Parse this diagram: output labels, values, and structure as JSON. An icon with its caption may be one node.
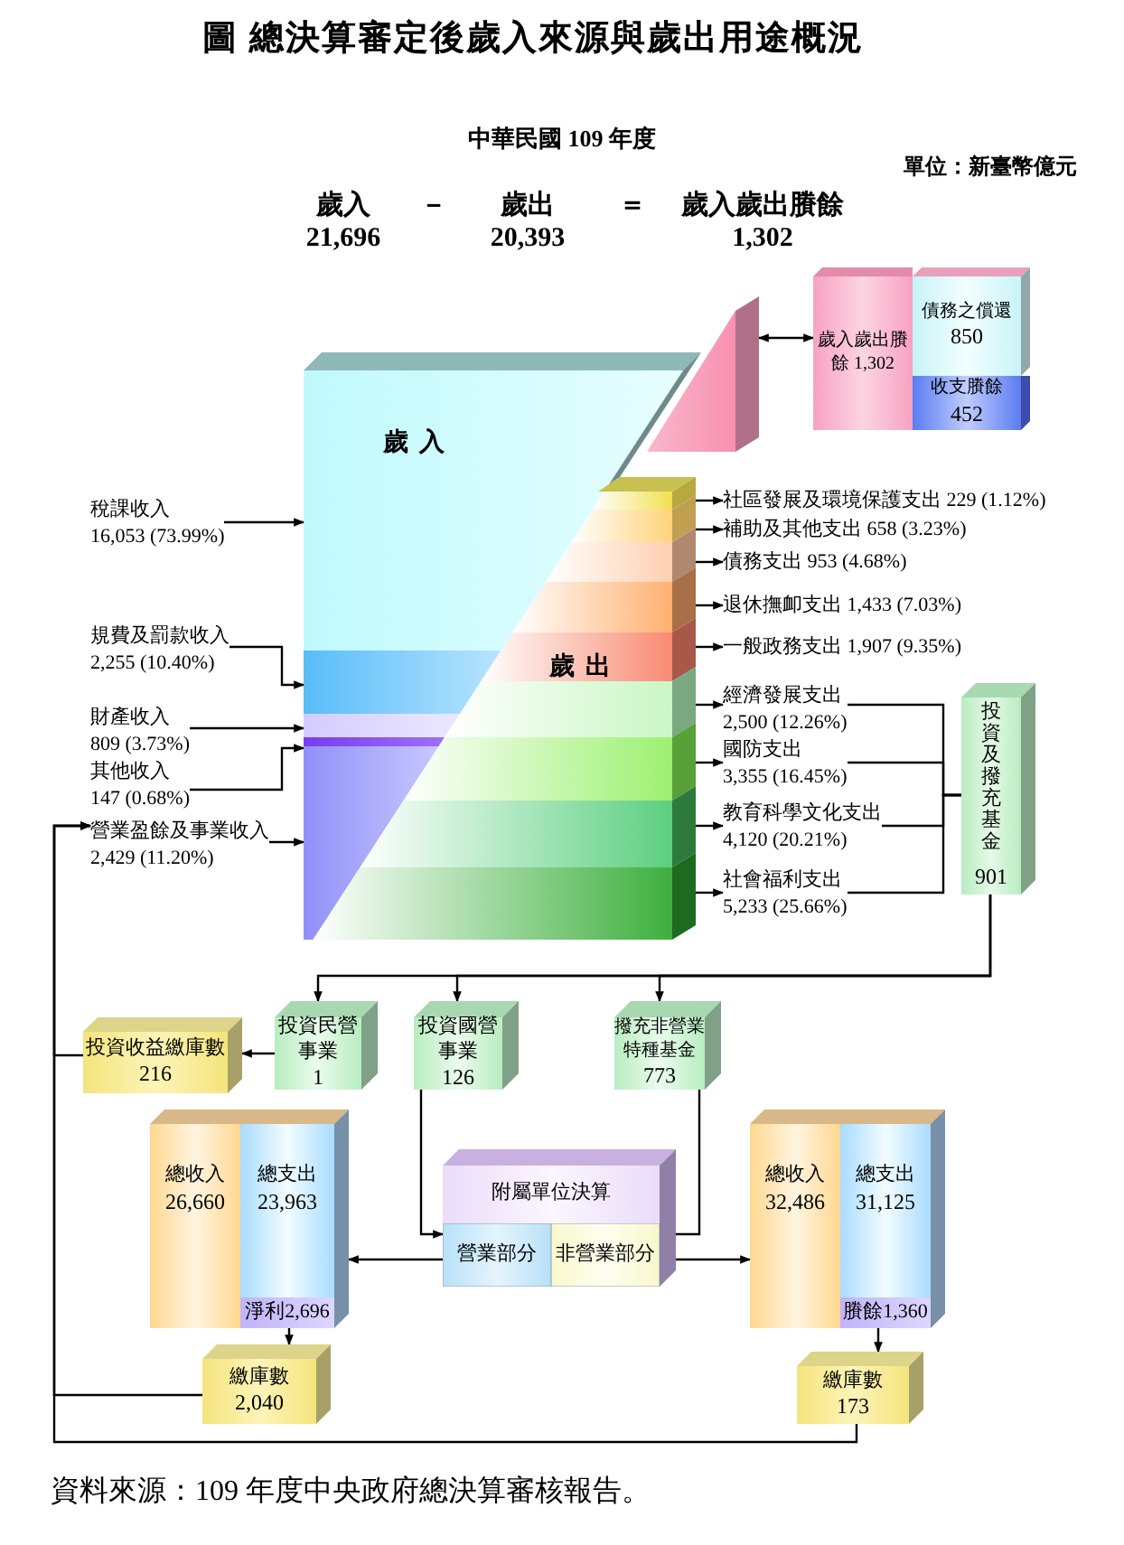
{
  "diagram": {
    "title": "圖 總決算審定後歲入來源與歲出用途概況",
    "caption": "資料來源：109 年度中央政府總決算審核報告。",
    "labels": [
      "中華民國 109 年度",
      "單位：新臺幣億元",
      "歲入",
      "－",
      "歲出",
      "＝",
      "歲入歲出賸餘",
      "21,696",
      "20,393",
      "1,302"
    ],
    "nodes": [
      {
        "text": [
          "歲入"
        ]
      },
      {
        "text": [
          "歲出"
        ],
        "in": 0
      },
      {
        "text": [],
        "shape": "triangle"
      },
      {
        "text": [
          "歲入歲出賸餘 1,302"
        ]
      },
      {
        "text": [
          "債務之償還",
          "850"
        ]
      },
      {
        "text": [
          "收支賸餘",
          "452"
        ]
      },
      {
        "text": [
          "稅課收入",
          "16,053 (73.99%)"
        ]
      },
      {
        "text": [
          "規費及罰款收入",
          "2,255 (10.40%)"
        ]
      },
      {
        "text": [
          "財產收入",
          "809 (3.73%)"
        ]
      },
      {
        "text": [
          "其他收入",
          "147 (0.68%)"
        ]
      },
      {
        "text": [
          "營業盈餘及事業收入",
          "2,429 (11.20%)"
        ]
      },
      {
        "text": [
          "社區發展及環境保護支出 229 (1.12%)"
        ]
      },
      {
        "text": [
          "補助及其他支出 658 (3.23%)"
        ]
      },
      {
        "text": [
          "債務支出 953 (4.68%)"
        ]
      },
      {
        "text": [
          "退休撫卹支出 1,433 (7.03%)"
        ]
      },
      {
        "text": [
          "一般政務支出 1,907 (9.35%)"
        ]
      },
      {
        "text": [
          "經濟發展支出",
          "2,500 (12.26%)"
        ]
      },
      {
        "text": [
          "國防支出",
          "3,355 (16.45%)"
        ]
      },
      {
        "text": [
          "教育科學文化支出",
          "4,120 (20.21%)"
        ]
      },
      {
        "text": [
          "社會福利支出",
          "5,233 (25.66%)"
        ]
      },
      {
        "text": [
          "投資及撥充基金",
          "901"
        ]
      },
      {
        "text": [
          "投資收益繳庫數",
          "216"
        ]
      },
      {
        "text": [
          "投資民營事業",
          "1"
        ]
      },
      {
        "text": [
          "投資國營事業",
          "126"
        ]
      },
      {
        "text": [
          "撥充非營業特種基金",
          "773"
        ]
      },
      {
        "text": [],
        "shape": "box"
      },
      {
        "text": [
          "總收入",
          "26,660"
        ],
        "in": 25
      },
      {
        "text": [
          "總支出",
          "23,963"
        ],
        "in": 25
      },
      {
        "text": [
          "淨利2,696"
        ],
        "in": 27
      },
      {
        "text": [
          "附屬單位決算"
        ]
      },
      {
        "text": [
          "營業部分"
        ],
        "in": 29
      },
      {
        "text": [
          "非營業部分"
        ],
        "in": 29
      },
      {
        "text": [],
        "shape": "box"
      },
      {
        "text": [
          "總收入",
          "32,486"
        ],
        "in": 32
      },
      {
        "text": [
          "總支出",
          "31,125"
        ],
        "in": 32
      },
      {
        "text": [
          "賸餘1,360"
        ],
        "in": 34
      },
      {
        "text": [
          "繳庫數",
          "2,040"
        ]
      },
      {
        "text": [
          "繳庫數",
          "173"
        ]
      }
    ],
    "edges": [
      {
        "from": 2,
        "to": 3,
        "arrow": "both"
      },
      {
        "from": 6,
        "to": 0,
        "arrow": "to"
      },
      {
        "from": 7,
        "to": 0,
        "arrow": "to"
      },
      {
        "from": 8,
        "to": 0,
        "arrow": "to"
      },
      {
        "from": 9,
        "to": 0,
        "arrow": "to"
      },
      {
        "from": 10,
        "to": 0,
        "arrow": "to"
      },
      {
        "from": 1,
        "to": 11,
        "arrow": "to"
      },
      {
        "from": 1,
        "to": 12,
        "arrow": "to"
      },
      {
        "from": 1,
        "to": 13,
        "arrow": "to"
      },
      {
        "from": 1,
        "to": 14,
        "arrow": "to"
      },
      {
        "from": 1,
        "to": 15,
        "arrow": "to"
      },
      {
        "from": 1,
        "to": 16,
        "arrow": "to"
      },
      {
        "from": 1,
        "to": 17,
        "arrow": "to"
      },
      {
        "from": 1,
        "to": 18,
        "arrow": "to"
      },
      {
        "from": 1,
        "to": 19,
        "arrow": "to"
      },
      {
        "from": 20,
        "to": 22,
        "arrow": "to"
      },
      {
        "from": 20,
        "to": 23,
        "arrow": "to"
      },
      {
        "from": 20,
        "to": 24,
        "arrow": "to"
      },
      {
        "from": 22,
        "to": 21,
        "arrow": "to"
      },
      {
        "from": 23,
        "to": 30,
        "arrow": "to"
      },
      {
        "from": 24,
        "to": 31,
        "arrow": "to"
      },
      {
        "from": 30,
        "to": 25,
        "arrow": "to"
      },
      {
        "from": 31,
        "to": 32,
        "arrow": "to"
      },
      {
        "from": 28,
        "to": 36,
        "arrow": "to"
      },
      {
        "from": 35,
        "to": 37,
        "arrow": "to"
      },
      {
        "from": 21,
        "to": 10,
        "arrow": "to"
      },
      {
        "from": 36,
        "to": 10,
        "arrow": "to"
      },
      {
        "from": 37,
        "to": 10,
        "arrow": "to"
      },
      {
        "from": 16,
        "to": 20,
        "arrow": "none"
      },
      {
        "from": 17,
        "to": 20,
        "arrow": "none"
      },
      {
        "from": 18,
        "to": 20,
        "arrow": "none"
      },
      {
        "from": 19,
        "to": 20,
        "arrow": "none"
      }
    ]
  }
}
